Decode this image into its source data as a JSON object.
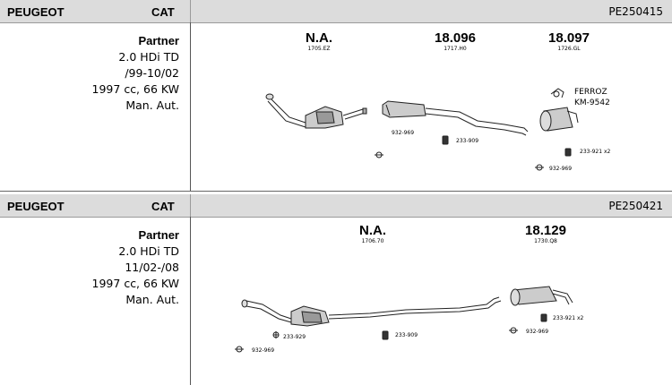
{
  "sections": [
    {
      "make": "PEUGEOT",
      "cat": "CAT",
      "code": "PE250415",
      "model": "Partner",
      "lines": [
        "2.0 HDi TD",
        "/99-10/02",
        "1997 cc, 66 KW",
        "Man. Aut."
      ],
      "parts": [
        {
          "num": "N.A.",
          "sub": "1705.EZ"
        },
        {
          "num": "18.096",
          "sub": "1717.H0"
        },
        {
          "num": "18.097",
          "sub": "1726.GL"
        }
      ],
      "accessories": {
        "clamp": "932-969",
        "hanger1": "233-909",
        "hanger2": "233-921 x2",
        "clamp2": "932-969",
        "ferroz": "FERROZ",
        "ferroz_code": "KM-9542"
      }
    },
    {
      "make": "PEUGEOT",
      "cat": "CAT",
      "code": "PE250421",
      "model": "Partner",
      "lines": [
        "2.0 HDi TD",
        "11/02-/08",
        "1997 cc, 66 KW",
        "Man. Aut."
      ],
      "parts": [
        {
          "num": "N.A.",
          "sub": "1706.70"
        },
        {
          "num": "18.129",
          "sub": "1730.Q8"
        }
      ],
      "accessories": {
        "gasket": "233-929",
        "clamp": "932-969",
        "hanger1": "233-909",
        "hanger2": "233-921 x2",
        "clamp2": "932-969"
      }
    }
  ]
}
